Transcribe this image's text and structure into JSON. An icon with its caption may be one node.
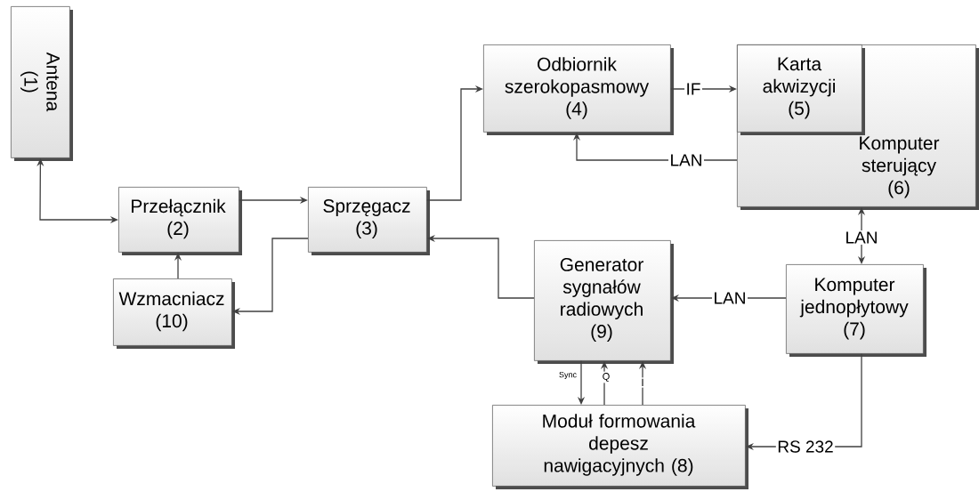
{
  "diagram": {
    "nodes": [
      {
        "text": [
          "Antena (1)"
        ]
      },
      {
        "text": [
          "Przełącznik (2)"
        ]
      },
      {
        "text": [
          "Sprzęgacz (3)"
        ]
      },
      {
        "text": [
          "Odbiornik szerokopasmowy (4)"
        ]
      },
      {
        "text": [
          "Komputer sterujący (6)"
        ]
      },
      {
        "text": [
          "Karta akwizycji (5)"
        ],
        "in": 4
      },
      {
        "text": [
          "Generator sygnałów radiowych (9)"
        ]
      },
      {
        "text": [
          "Komputer jednopłytowy (7)"
        ]
      },
      {
        "text": [
          "Wzmacniacz (10)"
        ]
      },
      {
        "text": [
          "Moduł formowania depesz nawigacyjnych (8)"
        ]
      }
    ],
    "edges": [
      {
        "from": 0,
        "to": 1,
        "arrow": "both"
      },
      {
        "from": 1,
        "to": 2,
        "arrow": "to"
      },
      {
        "from": 2,
        "to": 3,
        "arrow": "to"
      },
      {
        "from": 3,
        "to": 5,
        "arrow": "to",
        "label": "IF"
      },
      {
        "from": 4,
        "to": 3,
        "arrow": "to",
        "label": "LAN"
      },
      {
        "from": 4,
        "to": 7,
        "arrow": "both",
        "label": "LAN"
      },
      {
        "from": 7,
        "to": 6,
        "arrow": "to",
        "label": "LAN"
      },
      {
        "from": 6,
        "to": 2,
        "arrow": "to"
      },
      {
        "from": 2,
        "to": 8,
        "arrow": "to"
      },
      {
        "from": 8,
        "to": 1,
        "arrow": "to"
      },
      {
        "from": 7,
        "to": 9,
        "arrow": "to",
        "label": "RS 232"
      },
      {
        "from": 6,
        "to": 9,
        "arrow": "to",
        "label": "Sync"
      },
      {
        "from": 9,
        "to": 6,
        "arrow": "to",
        "label": "Q"
      },
      {
        "from": 9,
        "to": 6,
        "arrow": "to",
        "label": "I"
      }
    ]
  }
}
